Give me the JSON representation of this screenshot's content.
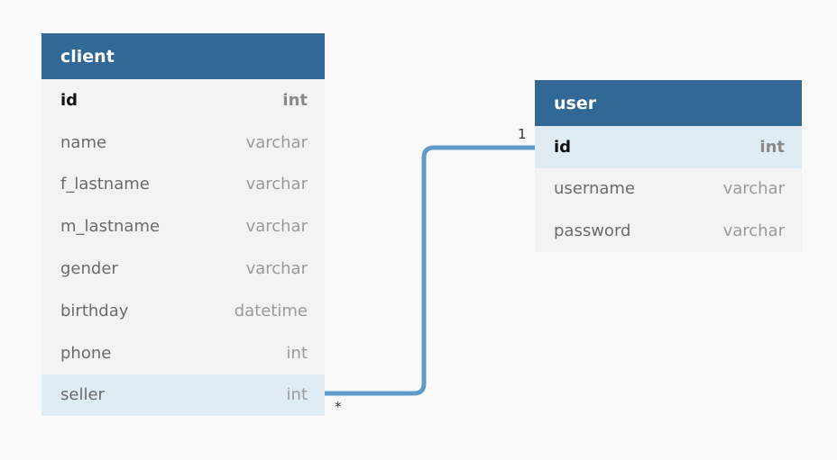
{
  "tables": {
    "client": {
      "name": "client",
      "columns": [
        {
          "name": "id",
          "type": "int"
        },
        {
          "name": "name",
          "type": "varchar"
        },
        {
          "name": "f_lastname",
          "type": "varchar"
        },
        {
          "name": "m_lastname",
          "type": "varchar"
        },
        {
          "name": "gender",
          "type": "varchar"
        },
        {
          "name": "birthday",
          "type": "datetime"
        },
        {
          "name": "phone",
          "type": "int"
        },
        {
          "name": "seller",
          "type": "int"
        }
      ]
    },
    "user": {
      "name": "user",
      "columns": [
        {
          "name": "id",
          "type": "int"
        },
        {
          "name": "username",
          "type": "varchar"
        },
        {
          "name": "password",
          "type": "varchar"
        }
      ]
    }
  },
  "relationship": {
    "from_cardinality": "*",
    "to_cardinality": "1"
  },
  "colors": {
    "header": "#326895",
    "connector": "#5f9ac9",
    "highlight_row": "#dfecf4"
  }
}
